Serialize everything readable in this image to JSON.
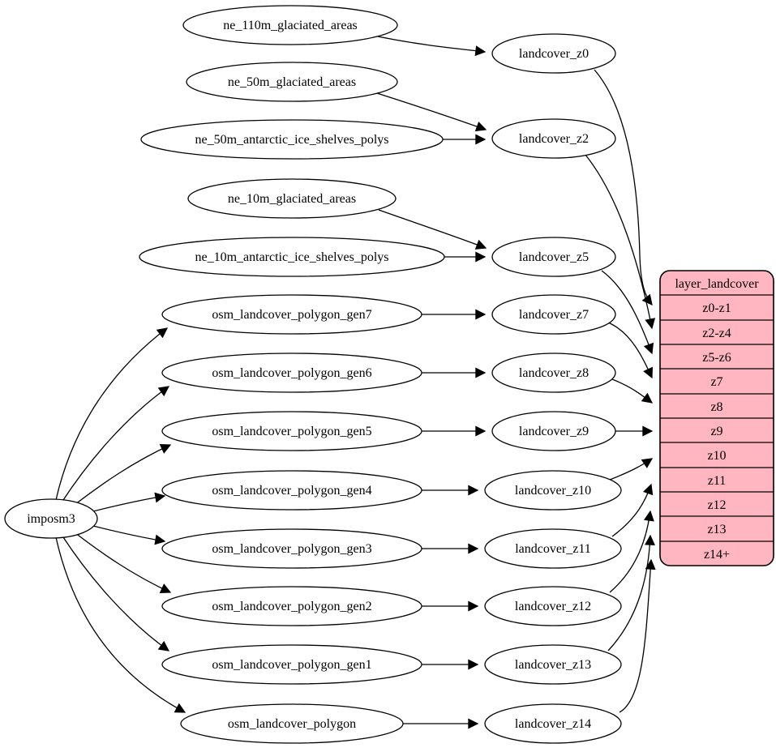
{
  "tool": {
    "label": "imposm3"
  },
  "sources": [
    {
      "label": "ne_110m_glaciated_areas"
    },
    {
      "label": "ne_50m_glaciated_areas"
    },
    {
      "label": "ne_50m_antarctic_ice_shelves_polys"
    },
    {
      "label": "ne_10m_glaciated_areas"
    },
    {
      "label": "ne_10m_antarctic_ice_shelves_polys"
    },
    {
      "label": "osm_landcover_polygon_gen7"
    },
    {
      "label": "osm_landcover_polygon_gen6"
    },
    {
      "label": "osm_landcover_polygon_gen5"
    },
    {
      "label": "osm_landcover_polygon_gen4"
    },
    {
      "label": "osm_landcover_polygon_gen3"
    },
    {
      "label": "osm_landcover_polygon_gen2"
    },
    {
      "label": "osm_landcover_polygon_gen1"
    },
    {
      "label": "osm_landcover_polygon"
    }
  ],
  "processes": [
    {
      "label": "landcover_z0"
    },
    {
      "label": "landcover_z2"
    },
    {
      "label": "landcover_z5"
    },
    {
      "label": "landcover_z7"
    },
    {
      "label": "landcover_z8"
    },
    {
      "label": "landcover_z9"
    },
    {
      "label": "landcover_z10"
    },
    {
      "label": "landcover_z11"
    },
    {
      "label": "landcover_z12"
    },
    {
      "label": "landcover_z13"
    },
    {
      "label": "landcover_z14"
    }
  ],
  "table": {
    "title": "layer_landcover",
    "rows": [
      "z0-z1",
      "z2-z4",
      "z5-z6",
      "z7",
      "z8",
      "z9",
      "z10",
      "z11",
      "z12",
      "z13",
      "z14+"
    ]
  },
  "colors": {
    "table_fill": "#ffb6c1",
    "node_fill": "#ffffff",
    "line": "#000000"
  },
  "edges": [
    {
      "from": "imposm3",
      "to": "osm_landcover_polygon_gen7"
    },
    {
      "from": "imposm3",
      "to": "osm_landcover_polygon_gen6"
    },
    {
      "from": "imposm3",
      "to": "osm_landcover_polygon_gen5"
    },
    {
      "from": "imposm3",
      "to": "osm_landcover_polygon_gen4"
    },
    {
      "from": "imposm3",
      "to": "osm_landcover_polygon_gen3"
    },
    {
      "from": "imposm3",
      "to": "osm_landcover_polygon_gen2"
    },
    {
      "from": "imposm3",
      "to": "osm_landcover_polygon_gen1"
    },
    {
      "from": "imposm3",
      "to": "osm_landcover_polygon"
    },
    {
      "from": "ne_110m_glaciated_areas",
      "to": "landcover_z0"
    },
    {
      "from": "ne_50m_glaciated_areas",
      "to": "landcover_z2"
    },
    {
      "from": "ne_50m_antarctic_ice_shelves_polys",
      "to": "landcover_z2"
    },
    {
      "from": "ne_10m_glaciated_areas",
      "to": "landcover_z5"
    },
    {
      "from": "ne_10m_antarctic_ice_shelves_polys",
      "to": "landcover_z5"
    },
    {
      "from": "osm_landcover_polygon_gen7",
      "to": "landcover_z7"
    },
    {
      "from": "osm_landcover_polygon_gen6",
      "to": "landcover_z8"
    },
    {
      "from": "osm_landcover_polygon_gen5",
      "to": "landcover_z9"
    },
    {
      "from": "osm_landcover_polygon_gen4",
      "to": "landcover_z10"
    },
    {
      "from": "osm_landcover_polygon_gen3",
      "to": "landcover_z11"
    },
    {
      "from": "osm_landcover_polygon_gen2",
      "to": "landcover_z12"
    },
    {
      "from": "osm_landcover_polygon_gen1",
      "to": "landcover_z13"
    },
    {
      "from": "osm_landcover_polygon",
      "to": "landcover_z14"
    },
    {
      "from": "landcover_z0",
      "to": "layer_landcover.z0-z1"
    },
    {
      "from": "landcover_z2",
      "to": "layer_landcover.z2-z4"
    },
    {
      "from": "landcover_z5",
      "to": "layer_landcover.z5-z6"
    },
    {
      "from": "landcover_z7",
      "to": "layer_landcover.z7"
    },
    {
      "from": "landcover_z8",
      "to": "layer_landcover.z8"
    },
    {
      "from": "landcover_z9",
      "to": "layer_landcover.z9"
    },
    {
      "from": "landcover_z10",
      "to": "layer_landcover.z10"
    },
    {
      "from": "landcover_z11",
      "to": "layer_landcover.z11"
    },
    {
      "from": "landcover_z12",
      "to": "layer_landcover.z12"
    },
    {
      "from": "landcover_z13",
      "to": "layer_landcover.z13"
    },
    {
      "from": "landcover_z14",
      "to": "layer_landcover.z14+"
    }
  ]
}
